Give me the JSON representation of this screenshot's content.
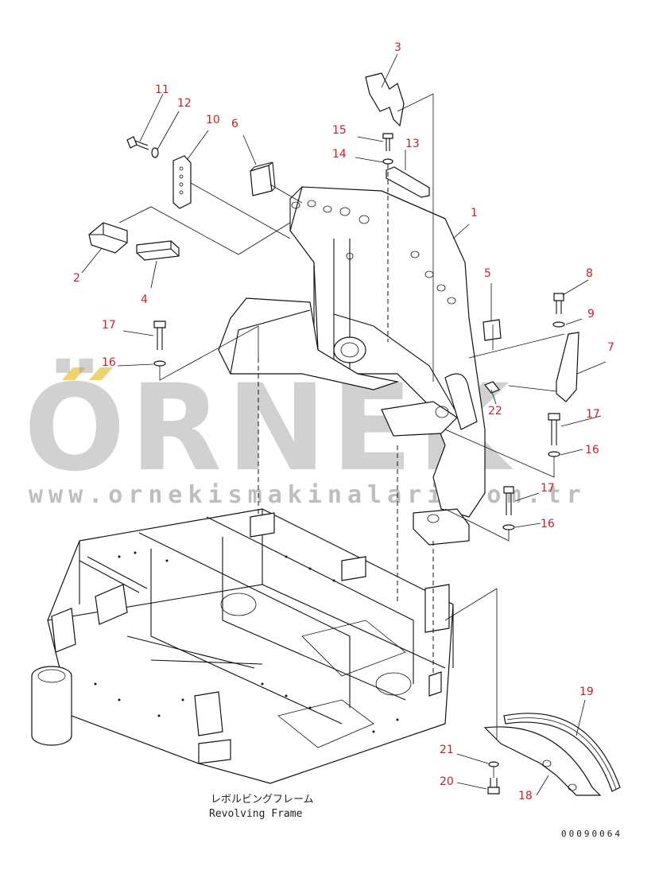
{
  "diagram": {
    "callouts": [
      {
        "id": "c1",
        "text": "1"
      },
      {
        "id": "c2",
        "text": "2"
      },
      {
        "id": "c3",
        "text": "3"
      },
      {
        "id": "c4",
        "text": "4"
      },
      {
        "id": "c5",
        "text": "5"
      },
      {
        "id": "c6",
        "text": "6"
      },
      {
        "id": "c7",
        "text": "7"
      },
      {
        "id": "c8",
        "text": "8"
      },
      {
        "id": "c9",
        "text": "9"
      },
      {
        "id": "c10",
        "text": "10"
      },
      {
        "id": "c11",
        "text": "11"
      },
      {
        "id": "c12",
        "text": "12"
      },
      {
        "id": "c13",
        "text": "13"
      },
      {
        "id": "c14",
        "text": "14"
      },
      {
        "id": "c15",
        "text": "15"
      },
      {
        "id": "c16a",
        "text": "16"
      },
      {
        "id": "c16b",
        "text": "16"
      },
      {
        "id": "c16c",
        "text": "16"
      },
      {
        "id": "c17a",
        "text": "17"
      },
      {
        "id": "c17b",
        "text": "17"
      },
      {
        "id": "c17c",
        "text": "17"
      },
      {
        "id": "c18",
        "text": "18"
      },
      {
        "id": "c19",
        "text": "19"
      },
      {
        "id": "c20",
        "text": "20"
      },
      {
        "id": "c21",
        "text": "21"
      },
      {
        "id": "c22",
        "text": "22"
      }
    ],
    "caption_jp": "レボルビングフレーム",
    "caption_en": "Revolving Frame",
    "drawing_code": "00090064"
  },
  "watermark": {
    "brand": "ÖRNEK",
    "url": "www.ornekismakinalari.com.tr"
  },
  "colors": {
    "callout": "#c8202a",
    "line": "#111111",
    "watermark": "#9a9a9a"
  }
}
